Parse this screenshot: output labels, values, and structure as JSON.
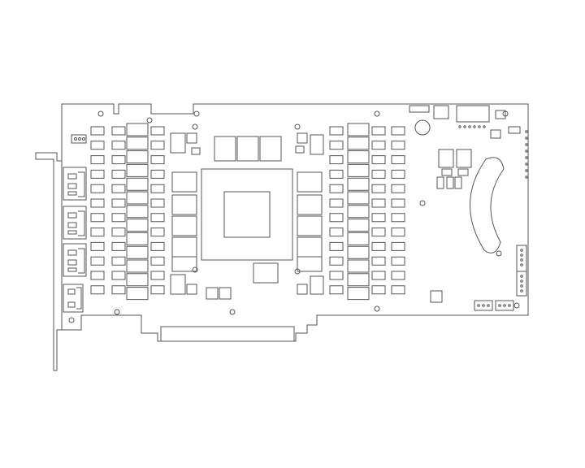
{
  "drawing": {
    "subject": "graphics-card-pcb-outline",
    "stroke_color": "#555555",
    "background_color": "#ffffff",
    "components": {
      "io_bracket": 1,
      "display_ports": 3,
      "hdmi_ports": 1,
      "gpu_die": 1,
      "memory_chips": 12,
      "mounting_holes": 14,
      "fan_headers": 2,
      "rgb_headers": 2
    }
  }
}
